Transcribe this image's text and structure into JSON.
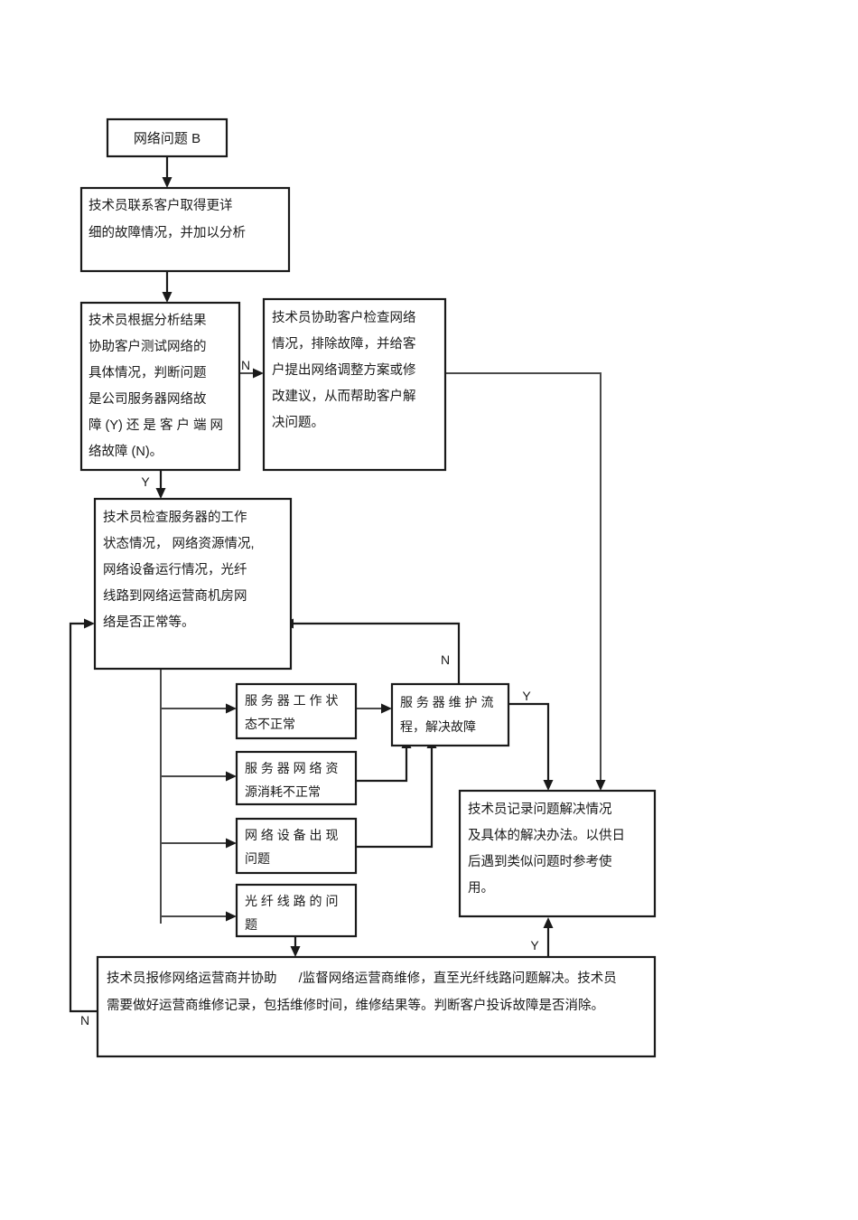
{
  "diagram": {
    "title": "网络问题   B",
    "nodes": {
      "start": {
        "label": "网络问题   B",
        "lines": [
          "网络问题   B"
        ]
      },
      "contact_customer": {
        "lines": [
          "技术员联系客户取得更详",
          "细的故障情况，并加以分析"
        ]
      },
      "analyze_decision": {
        "lines": [
          "技术员根据分析结果",
          "协助客户测试网络的",
          "具体情况，判断问题",
          "是公司服务器网络故",
          "障 (Y) 还 是 客 户 端 网",
          "络故障 (N)。"
        ]
      },
      "assist_customer": {
        "lines": [
          "技术员协助客户检查网络",
          "情况，排除故障，并给客",
          "户提出网络调整方案或修",
          "改建议，从而帮助客户解",
          "决问题。"
        ]
      },
      "check_server": {
        "lines": [
          "技术员检查服务器的工作",
          "状态情况， 网络资源情况,",
          "网络设备运行情况，光纤",
          "线路到网络运营商机房网",
          "络是否正常等。"
        ]
      },
      "server_state_abnormal": {
        "lines": [
          "服 务 器 工 作 状",
          "态不正常"
        ]
      },
      "server_resource_abnormal": {
        "lines": [
          "服 务 器 网 络 资",
          "源消耗不正常"
        ]
      },
      "network_device_issue": {
        "lines": [
          "网 络 设 备 出 现",
          "问题"
        ]
      },
      "fiber_line_issue": {
        "lines": [
          "光 纤 线 路 的 问",
          "题"
        ]
      },
      "server_maintenance": {
        "lines": [
          "服 务 器 维 护 流",
          "程，解决故障"
        ]
      },
      "record_solution": {
        "lines": [
          "技术员记录问题解决情况",
          "及具体的解决办法。以供日",
          "后遇到类似问题时参考使",
          "用。"
        ]
      },
      "report_isp": {
        "lines": [
          "技术员报修网络运营商并协助      /监督网络运营商维修，直至光纤线路问题解决。技术员",
          "需要做好运营商维修记录，包括维修时间，维修结果等。判断客户投诉故障是否消除。"
        ]
      }
    },
    "edge_labels": {
      "analyze_to_assist": "N",
      "analyze_to_check": "Y",
      "maintenance_to_check": "N",
      "maintenance_to_record": "Y",
      "report_to_record": "Y",
      "report_to_check": "N"
    },
    "colors": {
      "background": "#ffffff",
      "box_stroke": "#1a1a1a",
      "connector": "#4a4a4a",
      "text": "#1a1a1a"
    }
  }
}
